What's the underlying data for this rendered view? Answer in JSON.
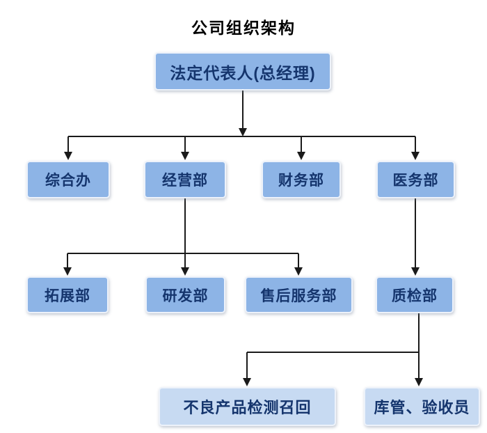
{
  "title": "公司组织架构",
  "colors": {
    "node_fill": "#8DB4E6",
    "node_fill_light": "#C7DAF2",
    "node_text": "#15356D",
    "line_color": "#1A1A1A",
    "title_color": "#000000"
  },
  "org": {
    "root": {
      "label": "法定代表人(总经理)"
    },
    "level2": [
      {
        "label": "综合办"
      },
      {
        "label": "经营部"
      },
      {
        "label": "财务部"
      },
      {
        "label": "医务部"
      }
    ],
    "level3": [
      {
        "label": "拓展部"
      },
      {
        "label": "研发部"
      },
      {
        "label": "售后服务部"
      },
      {
        "label": "质检部"
      }
    ],
    "level4": [
      {
        "label": "不良产品检测召回"
      },
      {
        "label": "库管、验收员"
      }
    ],
    "edges": [
      {
        "from": "法定代表人(总经理)",
        "to": "综合办"
      },
      {
        "from": "法定代表人(总经理)",
        "to": "经营部"
      },
      {
        "from": "法定代表人(总经理)",
        "to": "财务部"
      },
      {
        "from": "法定代表人(总经理)",
        "to": "医务部"
      },
      {
        "from": "经营部",
        "to": "拓展部"
      },
      {
        "from": "经营部",
        "to": "研发部"
      },
      {
        "from": "经营部",
        "to": "售后服务部"
      },
      {
        "from": "医务部",
        "to": "质检部"
      },
      {
        "from": "质检部",
        "to": "不良产品检测召回"
      },
      {
        "from": "质检部",
        "to": "库管、验收员"
      }
    ]
  }
}
